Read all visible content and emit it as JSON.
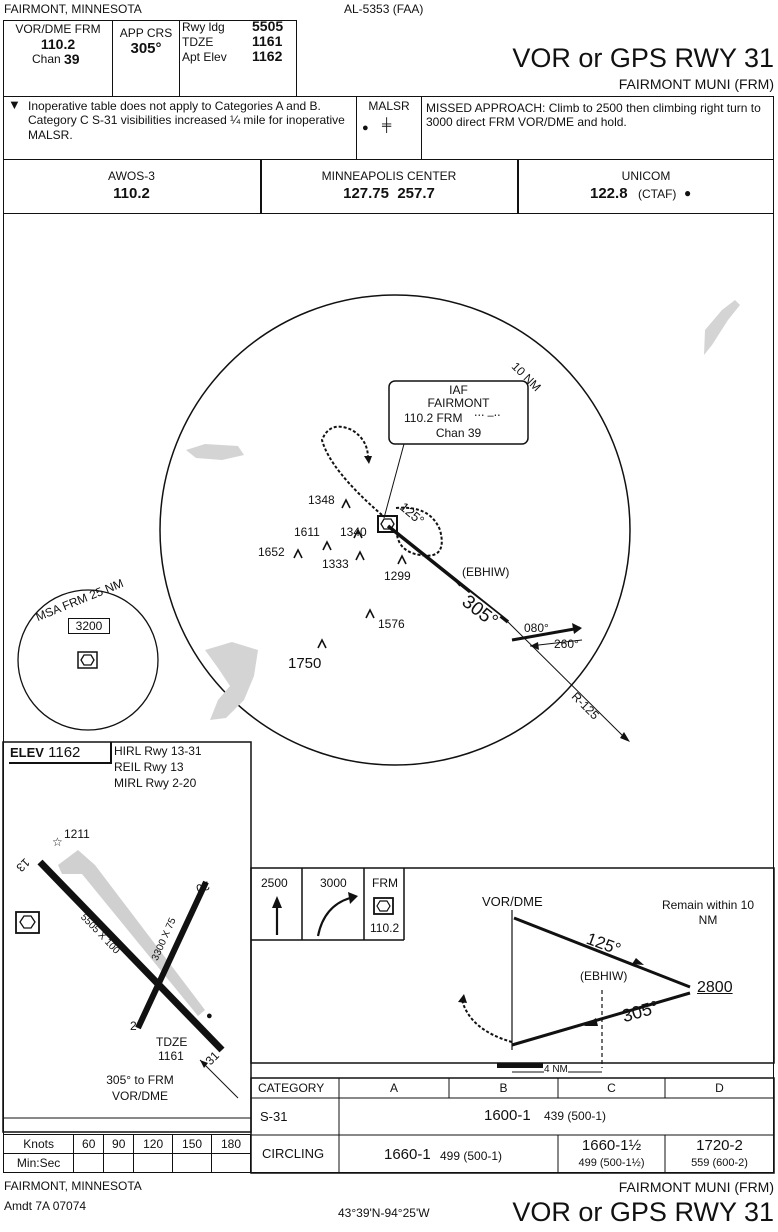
{
  "header": {
    "location": "FAIRMONT, MINNESOTA",
    "chart_id": "AL-5353 (FAA)",
    "title": "VOR or GPS RWY 31",
    "airport": "FAIRMONT MUNI (FRM)"
  },
  "briefing": {
    "nav_label": "VOR/DME FRM",
    "nav_freq": "110.2",
    "chan_label": "Chan",
    "chan_value": "39",
    "app_crs_label": "APP CRS",
    "app_crs_value": "305°",
    "rwy_ldg_label": "Rwy ldg",
    "rwy_ldg_value": "5505",
    "tdze_label": "TDZE",
    "tdze_value": "1161",
    "apt_elev_label": "Apt Elev",
    "apt_elev_value": "1162",
    "notes": "Inoperative table does not apply to Categories A and B. Category C S-31 visibilities increased ¼ mile for inoperative MALSR.",
    "malsr_label": "MALSR",
    "missed_approach": "MISSED APPROACH: Climb to 2500 then climbing right turn to 3000 direct FRM VOR/DME and hold."
  },
  "comms": [
    {
      "name": "AWOS-3",
      "freq": "110.2"
    },
    {
      "name": "MINNEAPOLIS CENTER",
      "freq": "127.75  257.7"
    },
    {
      "name": "UNICOM",
      "freq": "122.8",
      "suffix": "(CTAF)"
    }
  ],
  "planview": {
    "ring_label": "10 NM",
    "iaf_label": "IAF",
    "iaf_name": "FAIRMONT",
    "iaf_freq": "110.2 FRM",
    "iaf_chan": "Chan 39",
    "fix": "(EBHIW)",
    "course": "305°",
    "hold_course": "125°",
    "crs_out": "080°",
    "crs_in": "260°",
    "radial": "R-125",
    "msa_label": "MSA FRM 25 NM",
    "msa_alt": "3200",
    "obstacles": [
      "1348",
      "1611",
      "1340",
      "1652",
      "1333",
      "1299",
      "1576",
      "1750"
    ]
  },
  "airport_diagram": {
    "elev_label": "ELEV",
    "elev_value": "1162",
    "lights": [
      "HIRL Rwy 13-31",
      "REIL Rwy 13",
      "MIRL Rwy 2-20"
    ],
    "obstacle": "1211",
    "rwy_main": "5505 X 100",
    "rwy_cross": "3300 X 75",
    "rwy13": "13",
    "rwy31": "31",
    "rwy2": "2",
    "rwy20": "20",
    "tdze_label": "TDZE",
    "tdze_value": "1161",
    "course_note": "305° to FRM VOR/DME"
  },
  "profile": {
    "icon1_label": "2500",
    "icon2_label": "3000",
    "icon3_label": "FRM",
    "icon3_freq": "110.2",
    "vordme_label": "VOR/DME",
    "remain": "Remain within 10 NM",
    "hold_course": "125°",
    "fix": "(EBHIW)",
    "inbound": "305°",
    "alt": "2800",
    "dist": "4 NM"
  },
  "minimums": {
    "headers": [
      "CATEGORY",
      "A",
      "B",
      "C",
      "D"
    ],
    "s31_label": "S-31",
    "s31_value": "1600-1",
    "s31_hat": "439 (500-1)",
    "circ_label": "CIRCLING",
    "circ_ab": "1660-1",
    "circ_ab_hat": "499 (500-1)",
    "circ_c": "1660-1½",
    "circ_c_hat": "499 (500-1½)",
    "circ_d": "1720-2",
    "circ_d_hat": "559 (600-2)"
  },
  "timing": {
    "knots_label": "Knots",
    "minsec_label": "Min:Sec",
    "speeds": [
      "60",
      "90",
      "120",
      "150",
      "180"
    ]
  },
  "footer": {
    "location": "FAIRMONT, MINNESOTA",
    "amdt": "Amdt 7A  07074",
    "coords": "43°39'N-94°25'W",
    "airport": "FAIRMONT MUNI (FRM)",
    "title": "VOR or GPS RWY 31"
  }
}
